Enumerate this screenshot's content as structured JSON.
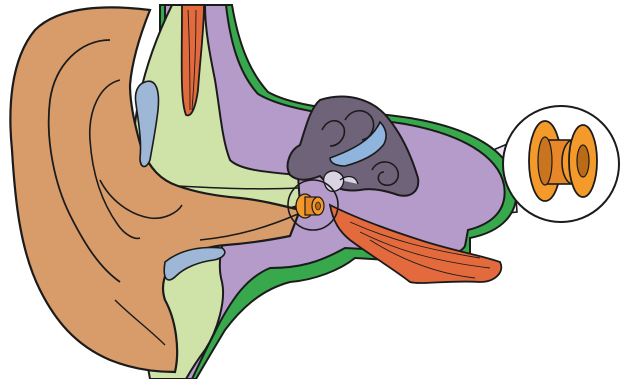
{
  "diagram": {
    "subject": "ear-anatomy-with-grommet-magnified",
    "parts": [
      {
        "key": "outer_ear",
        "name": "outer-ear-pinna",
        "color": "#D89C6B"
      },
      {
        "key": "skin_layer",
        "name": "ear-canal-skin-layer",
        "color": "#CFE3A9"
      },
      {
        "key": "cartilage",
        "name": "cartilage-shape",
        "color": "#9FB7D6"
      },
      {
        "key": "bone",
        "name": "temporal-bone",
        "color": "#B59BC9"
      },
      {
        "key": "soft_tissue",
        "name": "soft-tissue-outline",
        "color": "#37A84C"
      },
      {
        "key": "muscle",
        "name": "muscle-band",
        "color": "#E36A3C"
      },
      {
        "key": "inner_ear",
        "name": "inner-ear-cochlea",
        "color": "#6F6379"
      },
      {
        "key": "canals",
        "name": "semicircular-canals",
        "color": "#8FB4DD"
      },
      {
        "key": "grommet",
        "name": "grommet-tube",
        "color": "#F39A2B"
      },
      {
        "key": "magnifier",
        "name": "magnifier-callout",
        "color": "#D2C7E3"
      }
    ]
  }
}
